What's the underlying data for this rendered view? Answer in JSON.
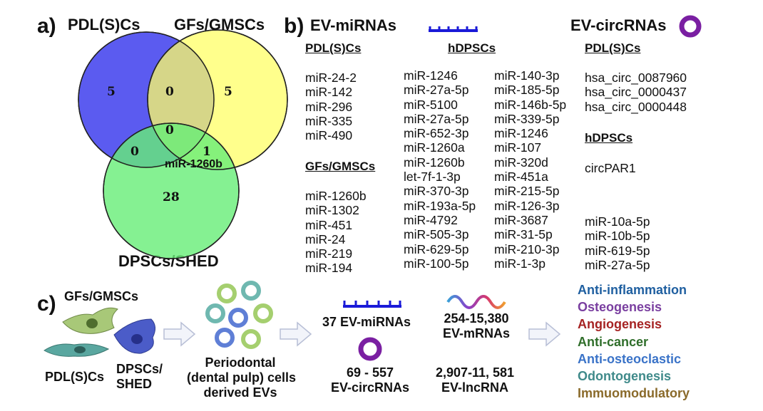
{
  "panel_a": {
    "letter": "a)",
    "sets": [
      "PDL(S)Cs",
      "GFs/GMSCs",
      "DPSCs/SHED"
    ],
    "counts": {
      "pdl_only": "5",
      "gf_only": "5",
      "pdl_gf": "0",
      "all_three": "0",
      "pdl_dp": "0",
      "gf_dp": "1",
      "dp_only": "28"
    },
    "shared_mirna": "miR-1260b",
    "colors": {
      "pdl": "#5b5bf0",
      "gf": "#ffff66",
      "dp": "#66ee77"
    }
  },
  "panel_b": {
    "letter": "b)",
    "mirna_header": "EV-miRNAs",
    "circ_header": "EV-circRNAs",
    "pdl_heading": "PDL(S)Cs",
    "pdl_mirnas": [
      "miR-24-2",
      "miR-142",
      "miR-296",
      "miR-335",
      "miR-490"
    ],
    "gf_heading": "GFs/GMSCs",
    "gf_mirnas": [
      "miR-1260b",
      "miR-1302",
      "miR-451",
      "miR-24",
      "miR-219",
      "miR-194"
    ],
    "dpsc_heading": "hDPSCs",
    "dpsc_mirnas_col1": [
      "miR-1246",
      "miR-27a-5p",
      "miR-5100",
      "miR-27a-5p",
      "miR-652-3p",
      "miR-1260a",
      "miR-1260b",
      "let-7f-1-3p",
      "miR-370-3p",
      "miR-193a-5p",
      "miR-4792",
      "miR-505-3p",
      "miR-629-5p",
      "miR-100-5p"
    ],
    "dpsc_mirnas_col2": [
      "miR-140-3p",
      "miR-185-5p",
      "miR-146b-5p",
      "miR-339-5p",
      "miR-1246",
      "miR-107",
      "miR-320d",
      "miR-451a",
      "miR-215-5p",
      "miR-126-3p",
      "miR-3687",
      "miR-31-5p",
      "miR-210-3p",
      "miR-1-3p"
    ],
    "circ_pdl_heading": "PDL(S)Cs",
    "circ_pdl": [
      "hsa_circ_0087960",
      "hsa_circ_0000437",
      "hsa_circ_0000448"
    ],
    "circ_dpsc_heading": "hDPSCs",
    "circ_dpsc": [
      "circPAR1"
    ],
    "extra_mirnas": [
      "miR-10a-5p",
      "miR-10b-5p",
      "miR-619-5p",
      "miR-27a-5p"
    ],
    "colors": {
      "mirna_icon": "#1a1ad8",
      "circ_icon": "#7a1fa2"
    }
  },
  "panel_c": {
    "letter": "c)",
    "cell_gf": "GFs/GMSCs",
    "cell_pdl": "PDL(S)Cs",
    "cell_dpsc": "DPSCs/\nSHED",
    "ev_label": "Periodontal\n(dental pulp) cells\nderived EVs",
    "mirna_count": "37 EV-miRNAs",
    "circ_count": "69 - 557\nEV-circRNAs",
    "mrna_count": "254-15,380\nEV-mRNAs",
    "lnc_count": "2,907-11, 581\nEV-lncRNA",
    "effects": [
      {
        "label": "Anti-inflammation",
        "color": "#1f5fa0"
      },
      {
        "label": "Osteogenesis",
        "color": "#7a3fa0"
      },
      {
        "label": "Angiogenesis",
        "color": "#a62323"
      },
      {
        "label": "Anti-cancer",
        "color": "#2f6e2a"
      },
      {
        "label": "Anti-osteoclastic",
        "color": "#3a73c8"
      },
      {
        "label": "Odontogenesis",
        "color": "#3f8a8a"
      },
      {
        "label": "Immuomodulatory",
        "color": "#8a6a2a"
      }
    ]
  }
}
